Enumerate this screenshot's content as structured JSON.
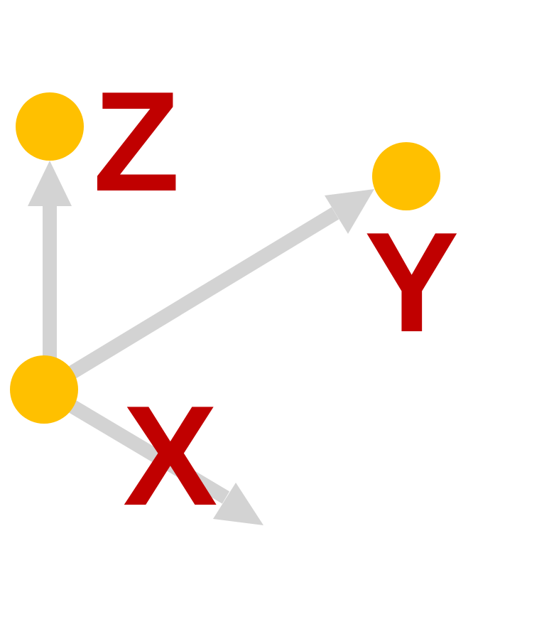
{
  "colors": {
    "background": "#ffffff",
    "arrow": "#d3d3d3",
    "node": "#ffc000",
    "label": "#c00000"
  },
  "axes": {
    "x": {
      "label": "X"
    },
    "y": {
      "label": "Y"
    },
    "z": {
      "label": "Z"
    }
  }
}
